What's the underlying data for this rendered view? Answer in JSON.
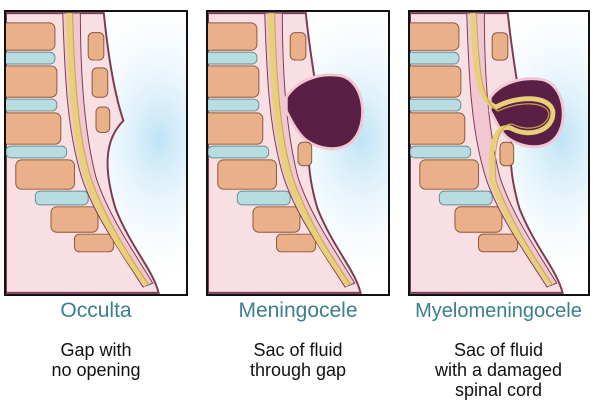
{
  "panels": [
    {
      "title": "Occulta",
      "description": [
        "Gap with",
        "no opening"
      ]
    },
    {
      "title": "Meningocele",
      "description": [
        "Sac of fluid",
        "through gap"
      ]
    },
    {
      "title": "Myelomeningocele",
      "description": [
        "Sac of fluid",
        "with a damaged",
        "spinal cord"
      ]
    }
  ],
  "colors": {
    "title_text": "#3a7f8f",
    "body_text": "#111111",
    "skin_glow": "#bfe3f5",
    "vertebra": "#e9b089",
    "disc": "#b7dde0",
    "spinal_tissue": "#f2c7d4",
    "nerves": "#e8cf7a",
    "sac": "#5a1f45"
  },
  "icons": [
    "spine-illustration-occulta",
    "spine-illustration-meningocele",
    "spine-illustration-myelomeningocele"
  ]
}
